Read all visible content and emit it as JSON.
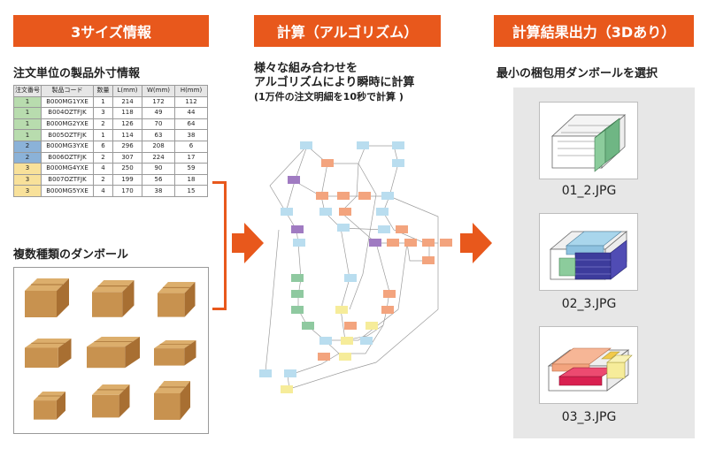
{
  "banners": {
    "input": "3サイズ情報",
    "compute": "計算（アルゴリズム）",
    "output": "計算結果出力（3Dあり）"
  },
  "input": {
    "order_heading": "注文単位の製品外寸情報",
    "boxes_heading": "複数種類のダンボール"
  },
  "table": {
    "headers": [
      "注文番号",
      "製品コード",
      "数量",
      "L(mm)",
      "W(mm)",
      "H(mm)"
    ],
    "rows": [
      {
        "order": "1",
        "code": "B000MG1YXE",
        "qty": "1",
        "l": "214",
        "w": "172",
        "h": "112",
        "group": "g1"
      },
      {
        "order": "1",
        "code": "B004OZTFJK",
        "qty": "3",
        "l": "118",
        "w": "49",
        "h": "44",
        "group": "g1"
      },
      {
        "order": "1",
        "code": "B000MG2YXE",
        "qty": "2",
        "l": "126",
        "w": "70",
        "h": "64",
        "group": "g1"
      },
      {
        "order": "1",
        "code": "B005OZTFJK",
        "qty": "1",
        "l": "114",
        "w": "63",
        "h": "38",
        "group": "g1"
      },
      {
        "order": "2",
        "code": "B000MG3YXE",
        "qty": "6",
        "l": "296",
        "w": "208",
        "h": "6",
        "group": "g2"
      },
      {
        "order": "2",
        "code": "B006OZTFJK",
        "qty": "2",
        "l": "307",
        "w": "224",
        "h": "17",
        "group": "g2"
      },
      {
        "order": "3",
        "code": "B000MG4YXE",
        "qty": "4",
        "l": "250",
        "w": "90",
        "h": "59",
        "group": "g3"
      },
      {
        "order": "3",
        "code": "B007OZTFJK",
        "qty": "2",
        "l": "199",
        "w": "56",
        "h": "18",
        "group": "g3"
      },
      {
        "order": "3",
        "code": "B000MG5YXE",
        "qty": "4",
        "l": "170",
        "w": "38",
        "h": "15",
        "group": "g3"
      }
    ]
  },
  "compute": {
    "line1": "様々な組み合わせを",
    "line2": "アルゴリズムにより瞬時に計算",
    "line3": "(1万件の注文明細を10秒で計算 )"
  },
  "output": {
    "heading": "最小の梱包用ダンボールを選択",
    "results": [
      {
        "label": "01_2.JPG"
      },
      {
        "label": "02_3.JPG"
      },
      {
        "label": "03_3.JPG"
      }
    ]
  },
  "colors": {
    "accent": "#e8581c",
    "node_blue": "#b9ddef",
    "node_orange": "#f3a47e",
    "node_green": "#8fc9a0",
    "node_purple": "#a07bc2",
    "node_yellow": "#f6ec9a",
    "cardboard": "#c8924f"
  }
}
